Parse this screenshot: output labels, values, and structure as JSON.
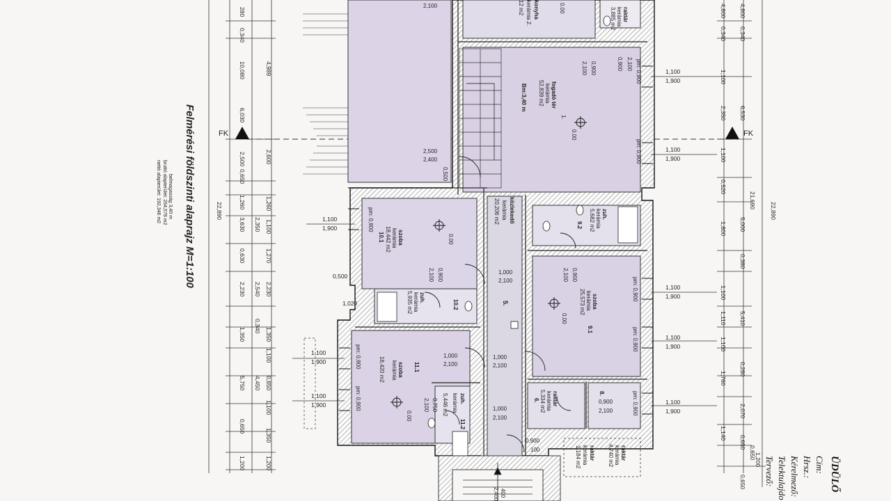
{
  "section_marker": "FK",
  "plan_title": "Felmérési földszinti alaprajz M=1:100",
  "plan_info": {
    "height": "belmagasság 3,40 m",
    "gross": "bruttó alapterület: 264,578 m2",
    "net": "nettó alapterület: 192,346 m2"
  },
  "titleblock": {
    "heading": "ÜDÜLŐ",
    "fields": [
      "Cím:",
      "Hrsz.:",
      "Kérelmező:",
      "Telektulajdo",
      "Tervező:"
    ]
  },
  "rooms": {
    "r1": [
      "fogadó tér",
      "kerámia",
      "52,839 m2",
      "1."
    ],
    "r1_bm": "Bm:3,40 m",
    "r2": [
      "konyha",
      "kerámia 2.",
      "12 m2"
    ],
    "r3": [
      "raktár",
      "kerámia",
      "3,885 m2"
    ],
    "r5": [
      "közlekedő",
      "kerámia",
      "20,206 m2",
      "5."
    ],
    "r9_1": [
      "szoba",
      "kerámia",
      "25,573 m2",
      "9.1"
    ],
    "r9_2": [
      "zuh.",
      "kerámia",
      "5,682 m2",
      "9.2"
    ],
    "r10_1": [
      "szoba",
      "kerámia",
      "18,442 m2",
      "10.1"
    ],
    "r10_2": [
      "zuh.",
      "kerámia",
      "5,935 m2",
      "10.2"
    ],
    "r11_1": [
      "szoba",
      "kerámia",
      "18,420 m2",
      "11.1"
    ],
    "r11_2": [
      "zuh.",
      "kerámia",
      "5,446 m2",
      "11.2"
    ],
    "r6": [
      "raktár",
      "kerámia",
      "5,334 m2",
      "6."
    ],
    "r8": [
      "8."
    ],
    "r7": [
      "raktár",
      "kerámia",
      "4,740 m2"
    ],
    "r7b": [
      "raktár",
      "kerámia",
      "1,184 m2"
    ]
  },
  "level_marks": [
    "0.00",
    "0.00",
    "0.00",
    "0.00",
    "0.00"
  ],
  "openings": {
    "d_stair": [
      "2,500",
      "2,400"
    ],
    "d_corr1": [
      "1,000",
      "2,100"
    ],
    "d_corr2": [
      "1,000",
      "2,100"
    ],
    "d_corr3": [
      "1,000",
      "2,100"
    ],
    "d_left11": [
      "1,000",
      "2,100"
    ],
    "d_10": [
      "0,900",
      "2,100"
    ],
    "d_9": [
      "0,900",
      "2,100"
    ],
    "d_8": [
      "0,900",
      "2,100"
    ],
    "d_11b": [
      "0,750",
      "2,100"
    ],
    "d_top": "2,100",
    "d_kitchen": [
      "0,900",
      "2,100"
    ],
    "d_entrance": [
      "0,900",
      "100"
    ],
    "stair_small": "0,500",
    "pm": "pm: 0,900"
  },
  "windows": {
    "size": [
      "1,100",
      "1,900"
    ]
  },
  "left_dims_a": [
    "280",
    "0,340",
    "10,080",
    "6,030",
    "2,500",
    "0,650",
    "1,260",
    "3,630",
    "0,630",
    "2,230",
    "2,540",
    "0,340",
    "1,350",
    "5,750",
    "0,650",
    "1,200"
  ],
  "left_dims_b": [
    "4,989",
    "2,600",
    "1,260",
    "2,350",
    "1,100",
    "1,270",
    "2,230",
    "1,350",
    "1,100",
    "4,450",
    "0,850",
    "1,100",
    "1,350",
    "1,200"
  ],
  "left_total": "22,890",
  "right_dims_a": [
    "4,800",
    "0,340",
    "1,100",
    "2,350",
    "1,100",
    "0,520",
    "1,800",
    "0,380",
    "1,100",
    "1,110",
    "1,100",
    "0,280",
    "1,760",
    "2,070",
    "1,140",
    "1,200"
  ],
  "right_dims_b": [
    "6,530",
    "21,690",
    "5,000",
    "5,410",
    "0,650",
    "0,650",
    "0,650"
  ],
  "right_total": "22,890",
  "misc": [
    "0,500",
    "1,020",
    "400",
    "2,400"
  ]
}
